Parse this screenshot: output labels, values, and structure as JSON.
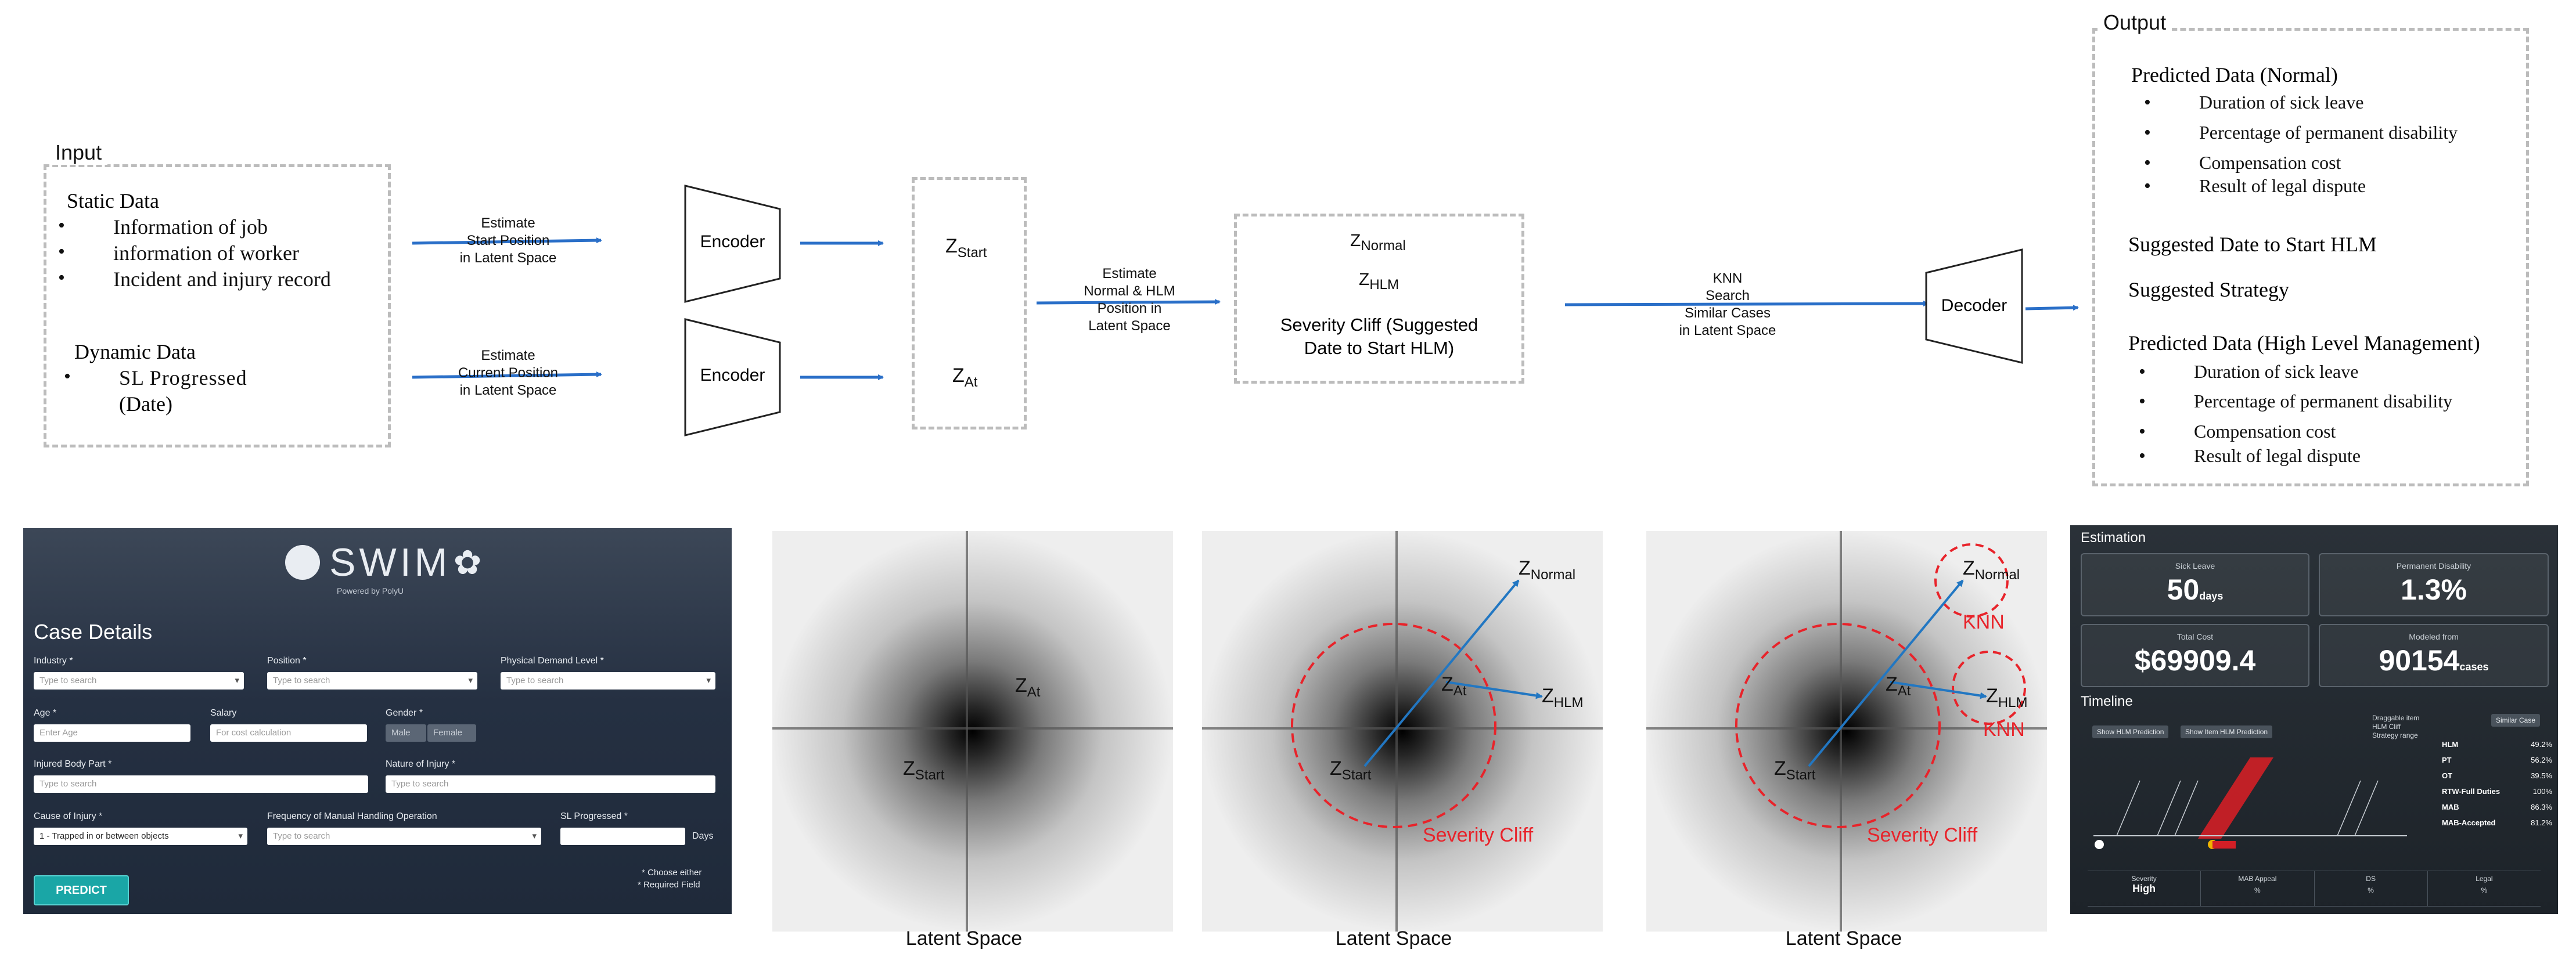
{
  "input": {
    "frame_label": "Input",
    "static_title": "Static Data",
    "static_items": [
      "Information of job",
      "information of worker",
      "Incident and injury record"
    ],
    "dynamic_title": "Dynamic Data",
    "dynamic_line1": "SL Progressed",
    "dynamic_line2": "(Date)"
  },
  "arrows": {
    "start": [
      "Estimate",
      "Start Position",
      "in Latent Space"
    ],
    "current": [
      "Estimate",
      "Current Position",
      "in Latent Space"
    ],
    "normal_hlm": [
      "Estimate",
      "Normal & HLM",
      "Position in",
      "Latent Space"
    ],
    "knn": [
      "KNN",
      "Search",
      "Similar Cases",
      "in Latent Space"
    ]
  },
  "encoder_label": "Encoder",
  "decoder_label": "Decoder",
  "z": {
    "letter": "Z",
    "start": "Start",
    "at": "At",
    "normal": "Normal",
    "hlm": "HLM"
  },
  "severity_box": {
    "line1": "Severity Cliff (Suggested",
    "line2": "Date to Start HLM)"
  },
  "output": {
    "frame_label": "Output",
    "normal_title": "Predicted Data (Normal)",
    "items": [
      "Duration of sick leave",
      "Percentage of permanent disability",
      "Compensation cost",
      "Result of legal dispute"
    ],
    "suggested_date": "Suggested Date to Start HLM",
    "suggested_strategy": "Suggested Strategy",
    "hlm_title": "Predicted Data (High Level Management)"
  },
  "latent": {
    "label": "Latent Space",
    "severity_cliff": "Severity Cliff",
    "knn": "KNN"
  },
  "swim_form": {
    "logo": "SWIM",
    "powered": "Powered by  PolyU",
    "title": "Case Details",
    "industry_label": "Industry *",
    "position_label": "Position *",
    "pdl_label": "Physical Demand Level *",
    "type_to_search": "Type to search",
    "age_label": "Age *",
    "age_placeholder": "Enter Age",
    "salary_label": "Salary",
    "salary_placeholder": "For cost calculation",
    "gender_label": "Gender *",
    "male": "Male",
    "female": "Female",
    "body_part_label": "Injured Body Part *",
    "nature_label": "Nature of Injury *",
    "cause_label": "Cause of Injury *",
    "cause_value": "1 - Trapped in or between objects",
    "freq_label": "Frequency of Manual Handling Operation",
    "sl_label": "SL Progressed *",
    "days": "Days",
    "note1": "* Choose either",
    "note2": "* Required Field",
    "predict": "PREDICT"
  },
  "dashboard": {
    "title": "Estimation",
    "sick_leave_label": "Sick Leave",
    "sick_leave_value": "50",
    "sick_leave_unit": "days",
    "pd_label": "Permanent Disability",
    "pd_value": "1.3%",
    "cost_label": "Total Cost",
    "cost_value": "$69909.4",
    "modeled_label": "Modeled from",
    "modeled_value": "90154",
    "modeled_unit": "cases",
    "timeline": "Timeline",
    "btn_hlm": "Show HLM Prediction",
    "btn_item": "Show Item HLM Prediction",
    "legend1": "Draggable item",
    "legend2": "HLM Cliff",
    "legend3": "Strategy range",
    "similar": "Similar Case",
    "stats": [
      {
        "k": "HLM",
        "v": "49.2%"
      },
      {
        "k": "PT",
        "v": "56.2%"
      },
      {
        "k": "OT",
        "v": "39.5%"
      },
      {
        "k": "RTW-Full Duties",
        "v": "100%"
      },
      {
        "k": "MAB",
        "v": "86.3%"
      },
      {
        "k": "MAB-Accepted",
        "v": "81.2%"
      }
    ],
    "severity_label": "Severity",
    "severity_value": "High",
    "mab_appeal": "MAB Appeal",
    "ds": "DS",
    "legal": "Legal",
    "pct": "%"
  }
}
